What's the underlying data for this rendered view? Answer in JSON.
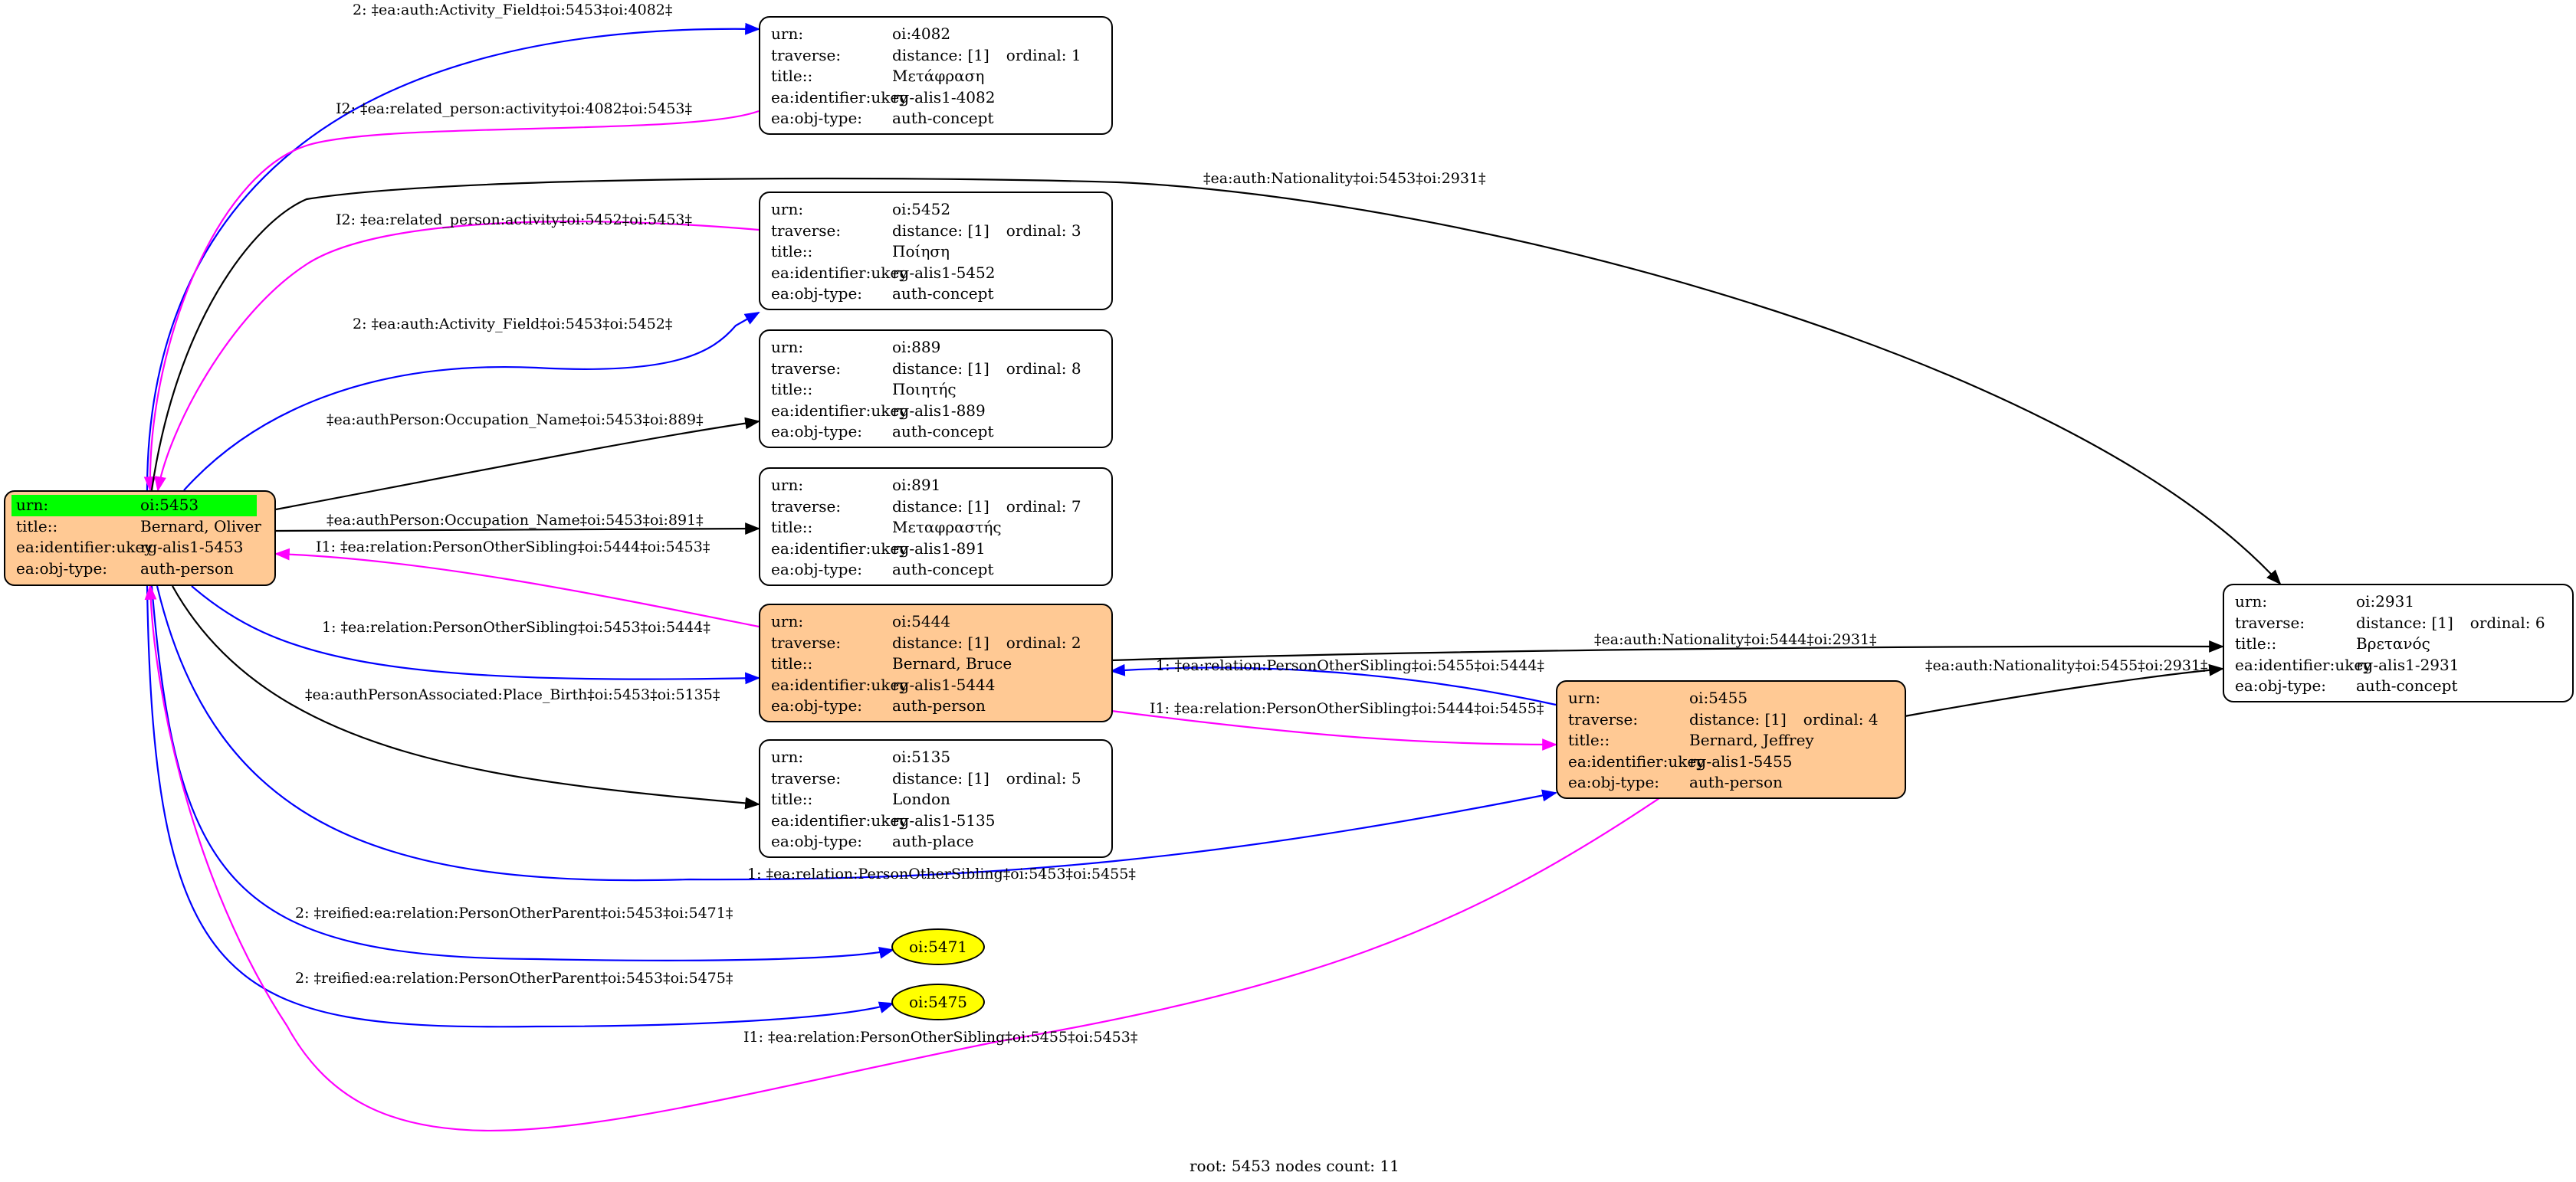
{
  "diagram": {
    "root": {
      "urn_key": "urn:",
      "urn": "oi:5453",
      "title_key": "title::",
      "title": "Bernard, Oliver",
      "ukey_key": "ea:identifier:ukey",
      "ukey": "rg-alis1-5453",
      "type_key": "ea:obj-type:",
      "type": "auth-person"
    },
    "keys": {
      "urn": "urn:",
      "traverse": "traverse:",
      "title": "title::",
      "ukey": "ea:identifier:ukey",
      "type": "ea:obj-type:"
    },
    "nodes": [
      {
        "urn": "oi:4082",
        "distance": "distance: [1]",
        "ordinal": "ordinal: 1",
        "title": "Μετάφραση",
        "ukey": "rg-alis1-4082",
        "type": "auth-concept"
      },
      {
        "urn": "oi:5452",
        "distance": "distance: [1]",
        "ordinal": "ordinal: 3",
        "title": "Ποίηση",
        "ukey": "rg-alis1-5452",
        "type": "auth-concept"
      },
      {
        "urn": "oi:889",
        "distance": "distance: [1]",
        "ordinal": "ordinal: 8",
        "title": "Ποιητής",
        "ukey": "rg-alis1-889",
        "type": "auth-concept"
      },
      {
        "urn": "oi:891",
        "distance": "distance: [1]",
        "ordinal": "ordinal: 7",
        "title": "Μεταφραστής",
        "ukey": "rg-alis1-891",
        "type": "auth-concept"
      },
      {
        "urn": "oi:5444",
        "distance": "distance: [1]",
        "ordinal": "ordinal: 2",
        "title": "Bernard, Bruce",
        "ukey": "rg-alis1-5444",
        "type": "auth-person"
      },
      {
        "urn": "oi:5135",
        "distance": "distance: [1]",
        "ordinal": "ordinal: 5",
        "title": "London",
        "ukey": "rg-alis1-5135",
        "type": "auth-place"
      },
      {
        "urn": "oi:5455",
        "distance": "distance: [1]",
        "ordinal": "ordinal: 4",
        "title": "Bernard, Jeffrey",
        "ukey": "rg-alis1-5455",
        "type": "auth-person"
      },
      {
        "urn": "oi:2931",
        "distance": "distance: [1]",
        "ordinal": "ordinal: 6",
        "title": "Βρετανός",
        "ukey": "rg-alis1-2931",
        "type": "auth-concept"
      }
    ],
    "ellipses": [
      "oi:5471",
      "oi:5475"
    ],
    "colors": {
      "blue": "#0000ff",
      "magenta": "#ff00ff",
      "black": "#000000",
      "person_fill": "#ffc994",
      "root_highlight": "#00ff00",
      "ellipse_fill": "#ffff00"
    },
    "edges": [
      {
        "label": "2: ‡ea:auth:Activity_Field‡oi:5453‡oi:4082‡",
        "color": "blue"
      },
      {
        "label": "I2: ‡ea:related_person:activity‡oi:4082‡oi:5453‡",
        "color": "magenta"
      },
      {
        "label": "‡ea:auth:Nationality‡oi:5453‡oi:2931‡",
        "color": "black"
      },
      {
        "label": "I2: ‡ea:related_person:activity‡oi:5452‡oi:5453‡",
        "color": "magenta"
      },
      {
        "label": "2: ‡ea:auth:Activity_Field‡oi:5453‡oi:5452‡",
        "color": "blue"
      },
      {
        "label": "‡ea:authPerson:Occupation_Name‡oi:5453‡oi:889‡",
        "color": "black"
      },
      {
        "label": "‡ea:authPerson:Occupation_Name‡oi:5453‡oi:891‡",
        "color": "black"
      },
      {
        "label": "I1: ‡ea:relation:PersonOtherSibling‡oi:5444‡oi:5453‡",
        "color": "magenta"
      },
      {
        "label": "1: ‡ea:relation:PersonOtherSibling‡oi:5453‡oi:5444‡",
        "color": "blue"
      },
      {
        "label": "‡ea:auth:Nationality‡oi:5444‡oi:2931‡",
        "color": "black"
      },
      {
        "label": "1: ‡ea:relation:PersonOtherSibling‡oi:5455‡oi:5444‡",
        "color": "blue"
      },
      {
        "label": "‡ea:auth:Nationality‡oi:5455‡oi:2931‡",
        "color": "black"
      },
      {
        "label": "I1: ‡ea:relation:PersonOtherSibling‡oi:5444‡oi:5455‡",
        "color": "magenta"
      },
      {
        "label": "‡ea:authPersonAssociated:Place_Birth‡oi:5453‡oi:5135‡",
        "color": "black"
      },
      {
        "label": "1: ‡ea:relation:PersonOtherSibling‡oi:5453‡oi:5455‡",
        "color": "blue"
      },
      {
        "label": "2: ‡reified:ea:relation:PersonOtherParent‡oi:5453‡oi:5471‡",
        "color": "blue"
      },
      {
        "label": "2: ‡reified:ea:relation:PersonOtherParent‡oi:5453‡oi:5475‡",
        "color": "blue"
      },
      {
        "label": "I1: ‡ea:relation:PersonOtherSibling‡oi:5455‡oi:5453‡",
        "color": "magenta"
      }
    ],
    "footer": "root: 5453 nodes count: 11"
  }
}
